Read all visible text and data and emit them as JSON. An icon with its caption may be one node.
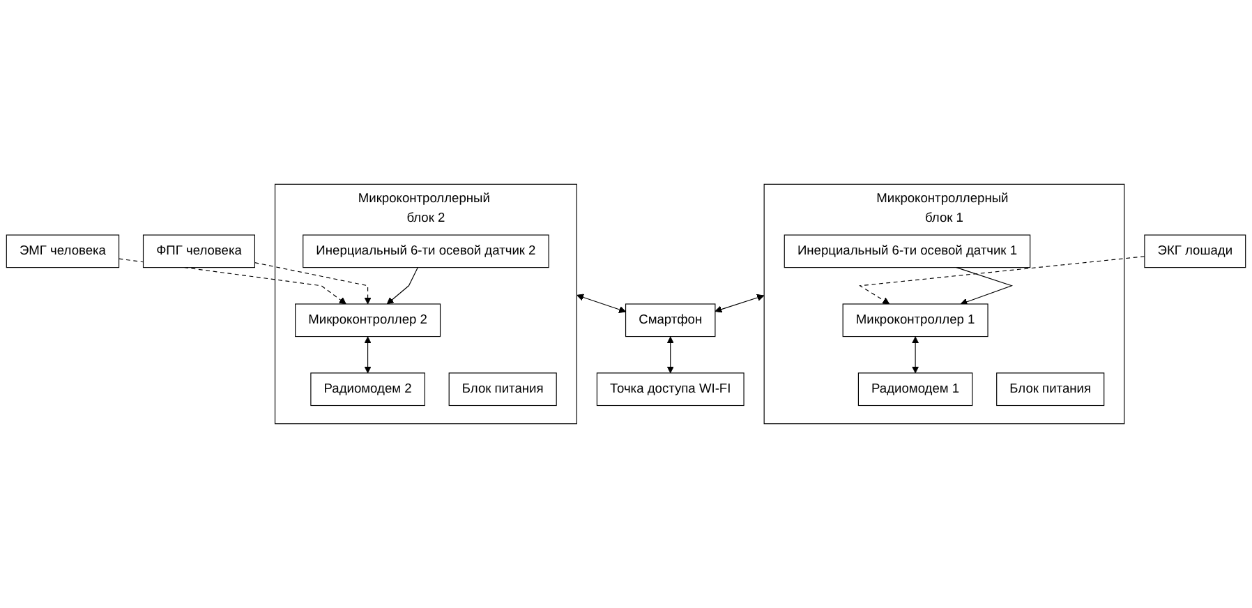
{
  "diagram": {
    "nodes": [
      {
        "text": [
          "ЭКГ лошади"
        ]
      },
      {
        "text": [
          "Микроконтроллерный блок 1"
        ]
      },
      {
        "text": [
          "Инерциальный 6-ти осевой датчик 1"
        ],
        "in": 1
      },
      {
        "text": [
          "Микроконтроллер 1"
        ],
        "in": 1
      },
      {
        "text": [
          "Радиомодем 1"
        ],
        "in": 1
      },
      {
        "text": [
          "Блок питания"
        ],
        "in": 1
      },
      {
        "text": [
          "ЭМГ человека"
        ]
      },
      {
        "text": [
          "Микроконтроллерный блок 2"
        ]
      },
      {
        "text": [
          "Инерциальный 6-ти осевой датчик 2"
        ],
        "in": 7
      },
      {
        "text": [
          "Микроконтроллер 2"
        ],
        "in": 7
      },
      {
        "text": [
          "Радиомодем 2"
        ],
        "in": 7
      },
      {
        "text": [
          "Блок питания"
        ],
        "in": 7
      },
      {
        "text": [
          "ФПГ человека"
        ]
      },
      {
        "text": [
          "Смартфон"
        ]
      },
      {
        "text": [
          "Точка доступа WI-FI"
        ]
      }
    ],
    "edges": [
      {
        "from": 0,
        "to": 3,
        "arrow": "to",
        "style": "dashed"
      },
      {
        "from": 2,
        "to": 3,
        "arrow": "to"
      },
      {
        "from": 3,
        "to": 4,
        "arrow": "both"
      },
      {
        "from": 1,
        "to": 13,
        "arrow": "both"
      },
      {
        "from": 6,
        "to": 9,
        "arrow": "to",
        "style": "dashed"
      },
      {
        "from": 12,
        "to": 9,
        "arrow": "to",
        "style": "dashed"
      },
      {
        "from": 8,
        "to": 9,
        "arrow": "to"
      },
      {
        "from": 9,
        "to": 10,
        "arrow": "both"
      },
      {
        "from": 7,
        "to": 13,
        "arrow": "both"
      },
      {
        "from": 13,
        "to": 14,
        "arrow": "both"
      }
    ]
  }
}
